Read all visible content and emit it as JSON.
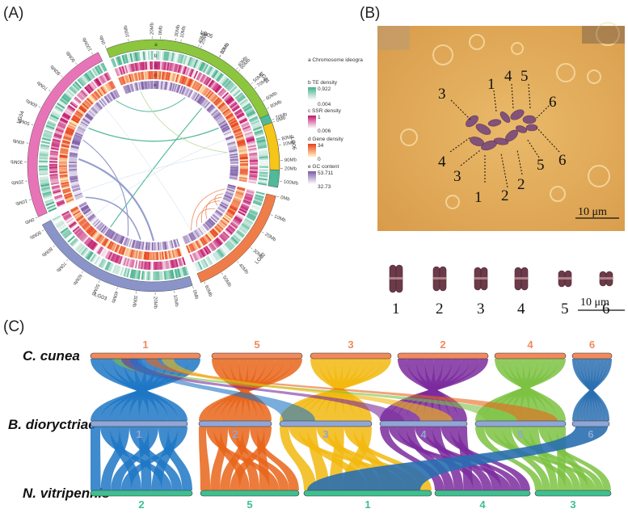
{
  "panel_labels": {
    "a": "(A)",
    "b": "(B)",
    "c": "(C)"
  },
  "circos": {
    "chromosomes": [
      {
        "name": "LG01",
        "color": "#4fb99a",
        "ticks": [
          "0Mb",
          "10Mb",
          "20Mb",
          "30Mb",
          "40Mb",
          "50Mb",
          "60Mb",
          "70Mb",
          "80Mb",
          "90Mb",
          "100Mb"
        ]
      },
      {
        "name": "LG02",
        "color": "#ef7d4a",
        "ticks": [
          "0Mb",
          "10Mb",
          "20Mb",
          "30Mb",
          "40Mb",
          "50Mb",
          "60Mb"
        ]
      },
      {
        "name": "LG03",
        "color": "#8b94c9",
        "ticks": [
          "0Mb",
          "10Mb",
          "20Mb",
          "30Mb",
          "40Mb",
          "50Mb",
          "60Mb",
          "70Mb",
          "80Mb",
          "90Mb"
        ]
      },
      {
        "name": "LG04",
        "color": "#e874b8",
        "ticks": [
          "0Mb",
          "10Mb",
          "20Mb",
          "30Mb",
          "40Mb",
          "50Mb",
          "60Mb",
          "70Mb",
          "80Mb",
          "90Mb",
          "100Mb"
        ]
      },
      {
        "name": "LG05",
        "color": "#8cc63e",
        "ticks": [
          "0Mb",
          "10Mb",
          "20Mb",
          "30Mb",
          "40Mb",
          "50Mb",
          "60Mb",
          "70Mb",
          "80Mb"
        ]
      },
      {
        "name": "LG06",
        "color": "#f5c518",
        "ticks": [
          "0Mb",
          "10Mb",
          "20Mb"
        ]
      }
    ],
    "track_letters": [
      "a",
      "b",
      "c",
      "d",
      "e"
    ],
    "legend": {
      "a": {
        "title": "a Chromosome ideogra"
      },
      "b": {
        "title": "b TE density",
        "max": "0.922",
        "min": "0.004",
        "colors": [
          "#ffffff",
          "#45b08c"
        ]
      },
      "c": {
        "title": "c SSR density",
        "max": "1",
        "min": "0.006",
        "colors": [
          "#ffffff",
          "#c2186b"
        ]
      },
      "d": {
        "title": "d Gene density",
        "max": "34",
        "min": "0",
        "colors": [
          "#fff3c4",
          "#e8401a"
        ]
      },
      "e": {
        "title": "e GC content",
        "max": "53.711",
        "min": "32.73",
        "colors": [
          "#ffffff",
          "#7b5aa6"
        ]
      }
    }
  },
  "micrograph": {
    "numbers": [
      "1",
      "4",
      "5",
      "3",
      "6",
      "4",
      "3",
      "6",
      "5",
      "2",
      "1",
      "2"
    ],
    "scale_label": "10 μm"
  },
  "karyotype": {
    "numbers": [
      "1",
      "2",
      "3",
      "4",
      "5",
      "6"
    ],
    "scale_label": "10 μm"
  },
  "synteny": {
    "species": [
      "C. cunea",
      "B. dioryctriae",
      "N. vitripennis"
    ],
    "top_chromosomes": [
      {
        "label": "1",
        "color": "#f08a5d"
      },
      {
        "label": "5",
        "color": "#f08a5d"
      },
      {
        "label": "3",
        "color": "#f08a5d"
      },
      {
        "label": "2",
        "color": "#f08a5d"
      },
      {
        "label": "4",
        "color": "#f08a5d"
      },
      {
        "label": "6",
        "color": "#f08a5d"
      }
    ],
    "middle_chromosomes": [
      {
        "label": "1",
        "color": "#8fa6d6"
      },
      {
        "label": "2",
        "color": "#8fa6d6"
      },
      {
        "label": "3",
        "color": "#8fa6d6"
      },
      {
        "label": "4",
        "color": "#8fa6d6"
      },
      {
        "label": "5",
        "color": "#8fa6d6"
      },
      {
        "label": "6",
        "color": "#8fa6d6"
      }
    ],
    "bottom_chromosomes": [
      {
        "label": "2",
        "color": "#3fbf8f"
      },
      {
        "label": "5",
        "color": "#3fbf8f"
      },
      {
        "label": "1",
        "color": "#3fbf8f"
      },
      {
        "label": "4",
        "color": "#3fbf8f"
      },
      {
        "label": "3",
        "color": "#3fbf8f"
      }
    ],
    "block_colors": {
      "blue": "#1f77c4",
      "orange": "#e8651a",
      "yellow": "#f2b90f",
      "purple": "#7b2c9e",
      "green": "#7cc242",
      "steel": "#2a6fb0"
    }
  }
}
